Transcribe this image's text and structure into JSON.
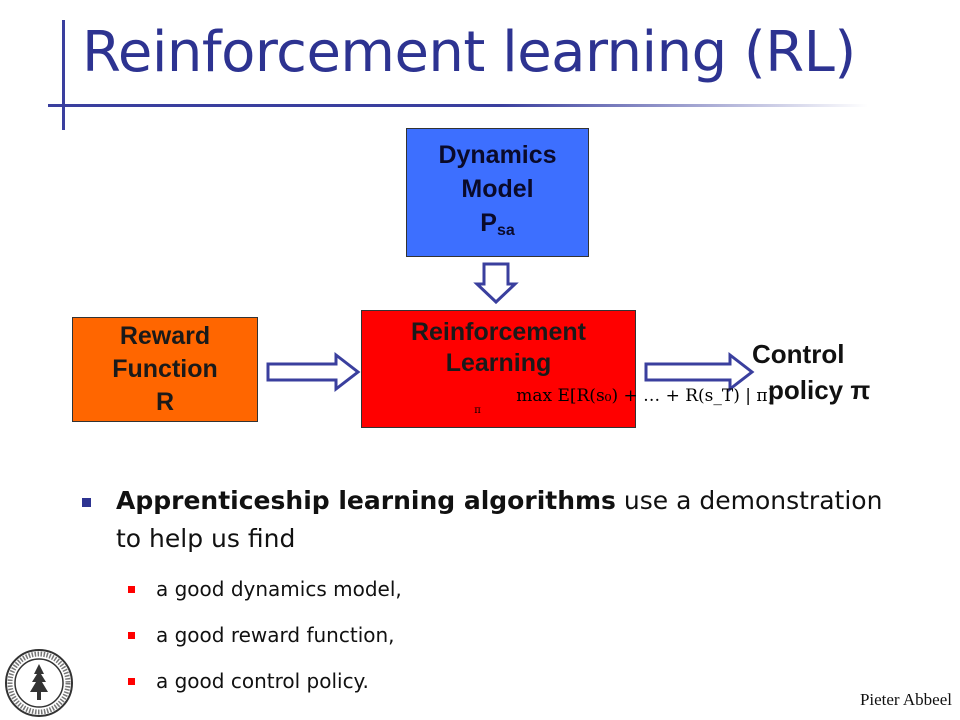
{
  "title": "Reinforcement learning (RL)",
  "diagram": {
    "dynamics_box": {
      "line1": "Dynamics",
      "line2": "Model",
      "line3_main": "P",
      "line3_sub": "sa",
      "color": "#3d6fff"
    },
    "reward_box": {
      "line1": "Reward",
      "line2": "Function",
      "line3": "R",
      "color": "#ff6600"
    },
    "rl_box": {
      "line1": "Reinforcement",
      "line2": "Learning",
      "formula": "max E[R(s₀) + … + R(s_T) | π]",
      "formula_sub": "π",
      "color": "#ff0000"
    },
    "output": {
      "line1": "Control",
      "line2": "policy π"
    }
  },
  "bullets": {
    "main_bold": "Apprenticeship learning algorithms",
    "main_rest": " use a demonstration to help us find",
    "sub": [
      "a good dynamics model,",
      "a good reward function,",
      "a good control policy."
    ]
  },
  "footer": {
    "author": "Pieter Abbeel"
  },
  "colors": {
    "title": "#2d3391",
    "accent_line": "#3a3f9e",
    "arrow": "#3a3f9e",
    "sub_bullet": "#ff0000"
  }
}
